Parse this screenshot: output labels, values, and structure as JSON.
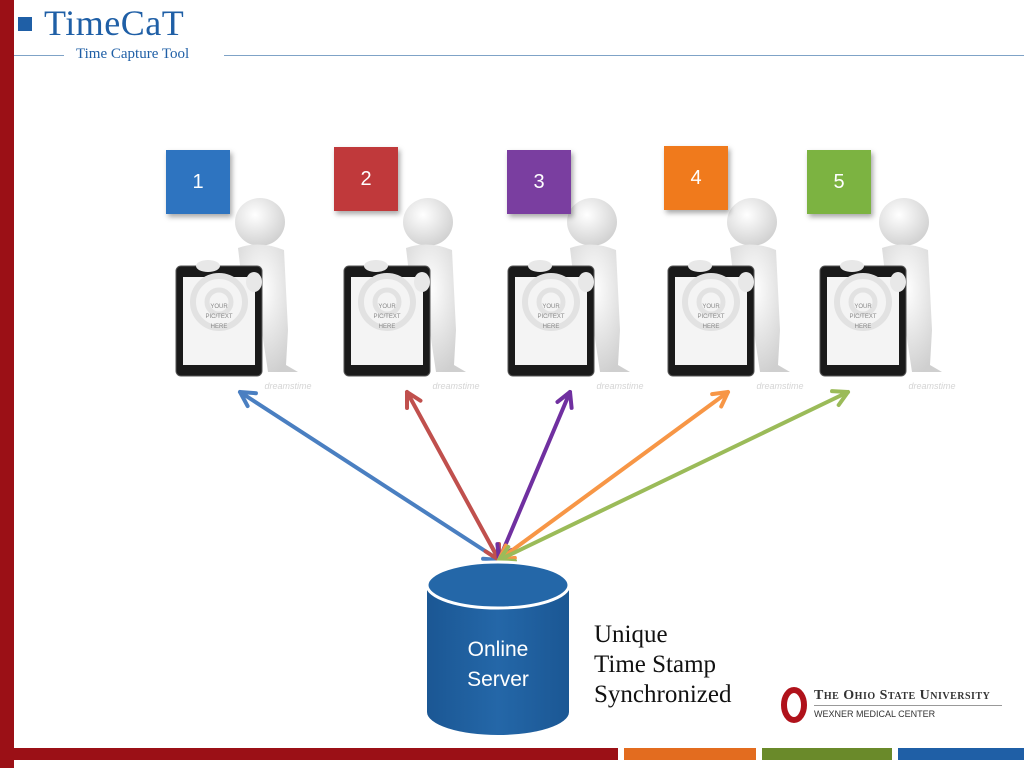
{
  "header": {
    "title": "TimeCaT",
    "subtitle": "Time Capture Tool"
  },
  "devices": [
    {
      "number": "1",
      "color": "#2e74c0",
      "arrow_color": "#4a7fc1"
    },
    {
      "number": "2",
      "color": "#c0393b",
      "arrow_color": "#c0504d"
    },
    {
      "number": "3",
      "color": "#7a3ea0",
      "arrow_color": "#7030a0"
    },
    {
      "number": "4",
      "color": "#f07a1c",
      "arrow_color": "#f79646"
    },
    {
      "number": "5",
      "color": "#7cb341",
      "arrow_color": "#9bbb59"
    }
  ],
  "tablet_placeholder": [
    "YOUR",
    "PIC/TEXT",
    "HERE"
  ],
  "watermark": "dreamstime",
  "server": {
    "line1": "Online",
    "line2": "Server",
    "color": "#1f5fa0"
  },
  "features": [
    "Unique",
    "Time Stamp",
    "Synchronized"
  ],
  "logo": {
    "name": "The Ohio State University",
    "subtitle": "WEXNER MEDICAL CENTER",
    "color": "#b0121b"
  },
  "footer_colors": [
    "#9b1016",
    "#e36c1f",
    "#6a8a2a",
    "#1f5fa6"
  ]
}
